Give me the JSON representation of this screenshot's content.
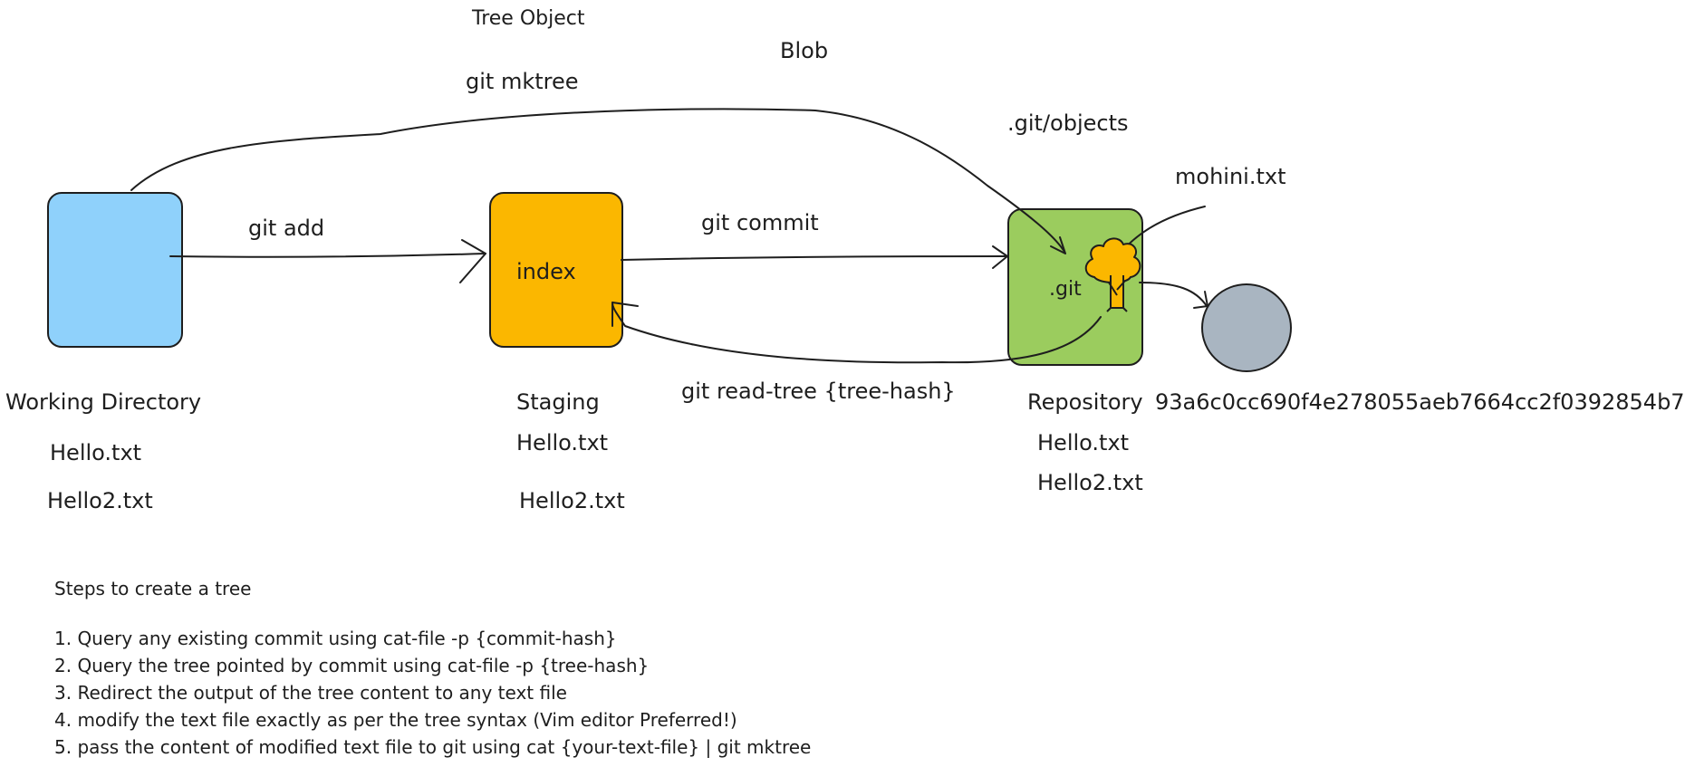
{
  "labels": {
    "tree_object": "Tree Object",
    "blob": "Blob",
    "git_mktree": "git mktree",
    "git_objects": ".git/objects",
    "mohini": "mohini.txt",
    "git_add": "git add",
    "git_commit": "git commit",
    "index": "index",
    "git_dir": ".git",
    "git_read_tree": "git read-tree {tree-hash}",
    "hash": "93a6c0cc690f4e278055aeb7664cc2f0392854b7"
  },
  "columns": {
    "working_directory": {
      "title": "Working Directory",
      "files": [
        "Hello.txt",
        "Hello2.txt"
      ]
    },
    "staging": {
      "title": "Staging",
      "files": [
        "Hello.txt",
        "Hello2.txt"
      ]
    },
    "repository": {
      "title": "Repository",
      "files": [
        "Hello.txt",
        "Hello2.txt"
      ]
    }
  },
  "steps": {
    "title": "Steps to create a tree",
    "items": [
      "1. Query any existing commit using cat-file -p {commit-hash}",
      "2. Query the tree pointed by commit using cat-file -p {tree-hash}",
      "3. Redirect the output of the tree content to any text file",
      "4. modify the text file exactly as per the tree syntax (Vim editor Preferred!)",
      "5. pass the content of modified text file to git using cat {your-text-file} | git mktree"
    ]
  },
  "colors": {
    "working_directory": "#8fd1fb",
    "staging": "#fbb700",
    "repository": "#9bcc5e",
    "blob": "#a9b5c1",
    "tree_icon": "#fbb700",
    "stroke": "#1e1e1e"
  },
  "icons": [
    "tree-icon"
  ]
}
